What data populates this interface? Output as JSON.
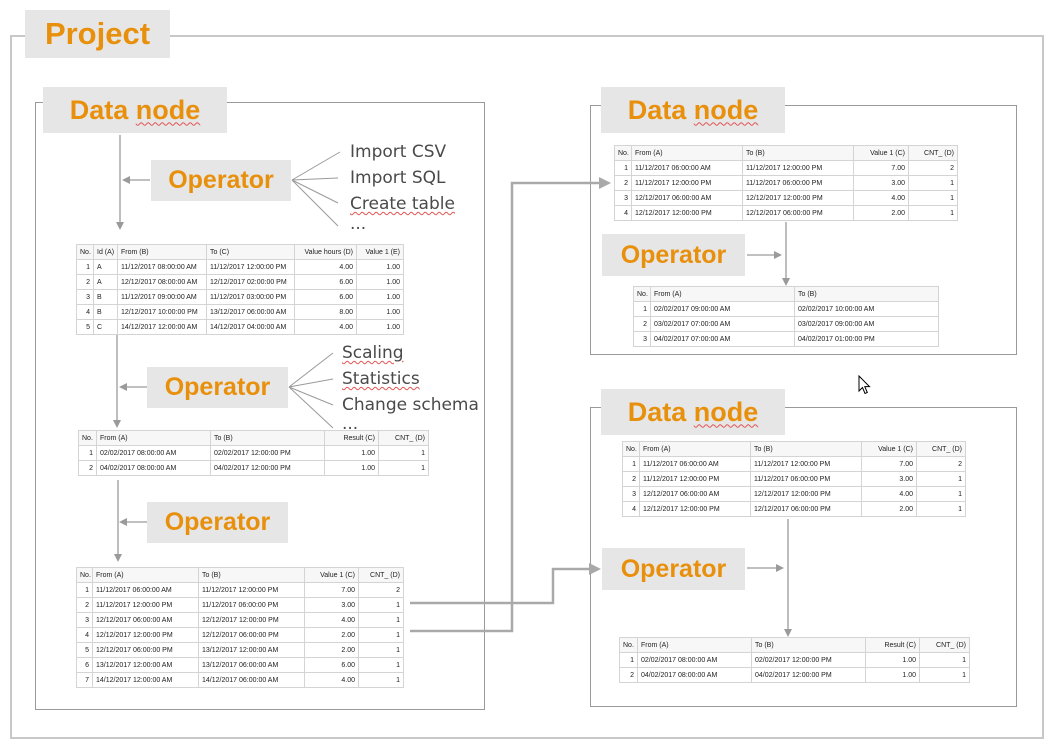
{
  "project": {
    "title": "Project"
  },
  "labels": {
    "data_node_1": "Data",
    "data_node_2": "node",
    "operator": "Operator"
  },
  "import_list": [
    "Import CSV",
    "Import SQL",
    "Create table",
    "..."
  ],
  "transform_list": [
    "Scaling",
    "Statistics",
    "Change schema",
    "..."
  ],
  "table1": {
    "headers": [
      "No.",
      "Id (A)",
      "From (B)",
      "To (C)",
      "Value hours (D)",
      "Value 1 (E)"
    ],
    "rows": [
      [
        "1",
        "A",
        "11/12/2017 08:00:00 AM",
        "11/12/2017 12:00:00 PM",
        "4.00",
        "1.00"
      ],
      [
        "2",
        "A",
        "12/12/2017 08:00:00 AM",
        "12/12/2017 02:00:00 PM",
        "6.00",
        "1.00"
      ],
      [
        "3",
        "B",
        "11/12/2017 09:00:00 AM",
        "11/12/2017 03:00:00 PM",
        "6.00",
        "1.00"
      ],
      [
        "4",
        "B",
        "12/12/2017 10:00:00 PM",
        "13/12/2017 06:00:00 AM",
        "8.00",
        "1.00"
      ],
      [
        "5",
        "C",
        "14/12/2017 12:00:00 AM",
        "14/12/2017 04:00:00 AM",
        "4.00",
        "1.00"
      ]
    ]
  },
  "table2": {
    "headers": [
      "No.",
      "From (A)",
      "To (B)",
      "Result (C)",
      "CNT_ (D)"
    ],
    "rows": [
      [
        "1",
        "02/02/2017 08:00:00 AM",
        "02/02/2017 12:00:00 PM",
        "1.00",
        "1"
      ],
      [
        "2",
        "04/02/2017 08:00:00 AM",
        "04/02/2017 12:00:00 PM",
        "1.00",
        "1"
      ]
    ]
  },
  "table3": {
    "headers": [
      "No.",
      "From (A)",
      "To (B)",
      "Value 1 (C)",
      "CNT_ (D)"
    ],
    "rows": [
      [
        "1",
        "11/12/2017 06:00:00 AM",
        "11/12/2017 12:00:00 PM",
        "7.00",
        "2"
      ],
      [
        "2",
        "11/12/2017 12:00:00 PM",
        "11/12/2017 06:00:00 PM",
        "3.00",
        "1"
      ],
      [
        "3",
        "12/12/2017 06:00:00 AM",
        "12/12/2017 12:00:00 PM",
        "4.00",
        "1"
      ],
      [
        "4",
        "12/12/2017 12:00:00 PM",
        "12/12/2017 06:00:00 PM",
        "2.00",
        "1"
      ],
      [
        "5",
        "12/12/2017 06:00:00 PM",
        "13/12/2017 12:00:00 AM",
        "2.00",
        "1"
      ],
      [
        "6",
        "13/12/2017 12:00:00 AM",
        "13/12/2017 06:00:00 AM",
        "6.00",
        "1"
      ],
      [
        "7",
        "14/12/2017 12:00:00 AM",
        "14/12/2017 06:00:00 AM",
        "4.00",
        "1"
      ]
    ]
  },
  "table_r1": {
    "headers": [
      "No.",
      "From (A)",
      "To (B)",
      "Value 1 (C)",
      "CNT_ (D)"
    ],
    "rows": [
      [
        "1",
        "11/12/2017 06:00:00 AM",
        "11/12/2017 12:00:00 PM",
        "7.00",
        "2"
      ],
      [
        "2",
        "11/12/2017 12:00:00 PM",
        "11/12/2017 06:00:00 PM",
        "3.00",
        "1"
      ],
      [
        "3",
        "12/12/2017 06:00:00 AM",
        "12/12/2017 12:00:00 PM",
        "4.00",
        "1"
      ],
      [
        "4",
        "12/12/2017 12:00:00 PM",
        "12/12/2017 06:00:00 PM",
        "2.00",
        "1"
      ]
    ]
  },
  "table_r1b": {
    "headers": [
      "No.",
      "From (A)",
      "To (B)"
    ],
    "rows": [
      [
        "1",
        "02/02/2017 09:00:00 AM",
        "02/02/2017 10:00:00 AM"
      ],
      [
        "2",
        "03/02/2017 07:00:00 AM",
        "03/02/2017 09:00:00 AM"
      ],
      [
        "3",
        "04/02/2017 07:00:00 AM",
        "04/02/2017 01:00:00 PM"
      ]
    ]
  },
  "table_r2": {
    "headers": [
      "No.",
      "From (A)",
      "To (B)",
      "Value 1 (C)",
      "CNT_ (D)"
    ],
    "rows": [
      [
        "1",
        "11/12/2017 06:00:00 AM",
        "11/12/2017 12:00:00 PM",
        "7.00",
        "2"
      ],
      [
        "2",
        "11/12/2017 12:00:00 PM",
        "11/12/2017 06:00:00 PM",
        "3.00",
        "1"
      ],
      [
        "3",
        "12/12/2017 06:00:00 AM",
        "12/12/2017 12:00:00 PM",
        "4.00",
        "1"
      ],
      [
        "4",
        "12/12/2017 12:00:00 PM",
        "12/12/2017 06:00:00 PM",
        "2.00",
        "1"
      ]
    ]
  },
  "table_r2b": {
    "headers": [
      "No.",
      "From (A)",
      "To (B)",
      "Result (C)",
      "CNT_ (D)"
    ],
    "rows": [
      [
        "1",
        "02/02/2017 08:00:00 AM",
        "02/02/2017 12:00:00 PM",
        "1.00",
        "1"
      ],
      [
        "2",
        "04/02/2017 08:00:00 AM",
        "04/02/2017 12:00:00 PM",
        "1.00",
        "1"
      ]
    ]
  },
  "icons": {
    "cursor": "mouse-pointer-icon"
  },
  "colors": {
    "accent": "#e8900c",
    "label_bg": "#e6e6e6",
    "connector": "#a9a9a9",
    "frame": "#c8c8c8"
  }
}
